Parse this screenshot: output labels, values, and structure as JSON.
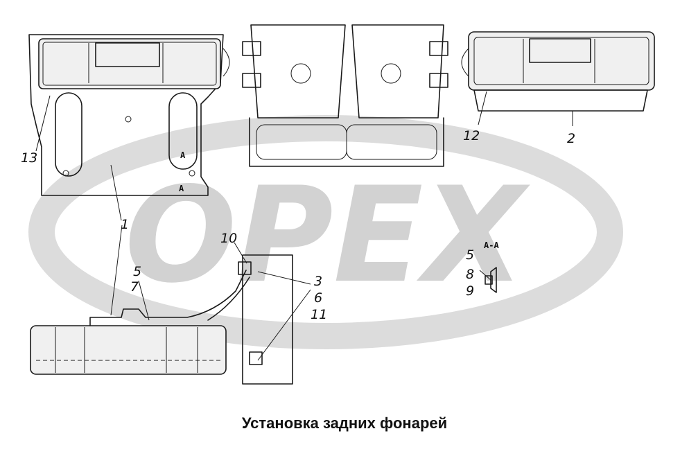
{
  "watermark": {
    "text": "OPEX",
    "color": "#d2d2d2"
  },
  "caption": "Установка задних фонарей",
  "section_label": "А-А",
  "view_marks": [
    "А",
    "А"
  ],
  "callouts": [
    "13",
    "1",
    "12",
    "2",
    "10",
    "5",
    "7",
    "3",
    "6",
    "11",
    "5",
    "8",
    "9"
  ],
  "colors": {
    "line": "#1a1a1a",
    "background": "#ffffff"
  }
}
